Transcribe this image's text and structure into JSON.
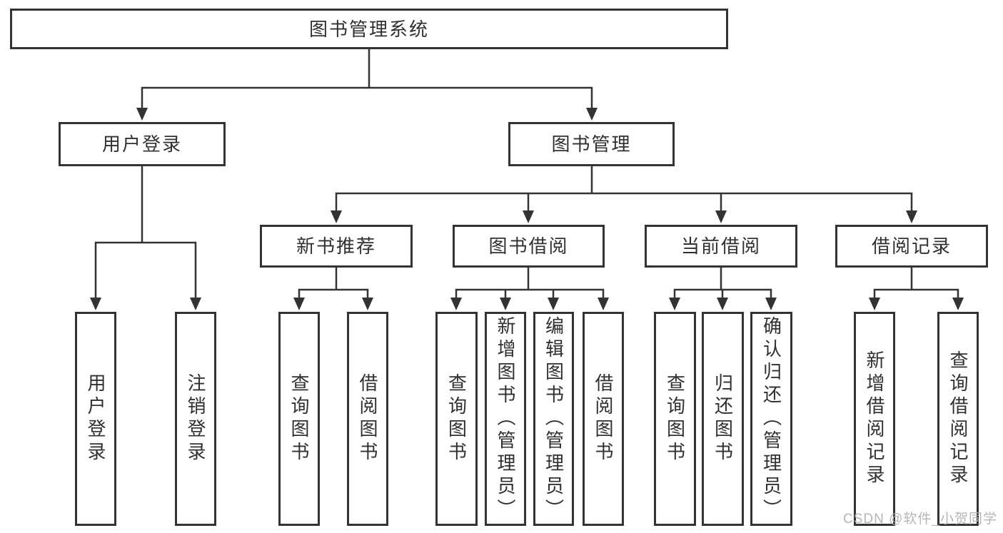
{
  "tree": {
    "root": {
      "label": "图书管理系统"
    },
    "branches": [
      {
        "label": "用户登录",
        "children": [
          {
            "label": "用户登录"
          },
          {
            "label": "注销登录"
          }
        ]
      },
      {
        "label": "图书管理",
        "children": [
          {
            "label": "新书推荐",
            "children": [
              {
                "label": "查询图书"
              },
              {
                "label": "借阅图书"
              }
            ]
          },
          {
            "label": "图书借阅",
            "children": [
              {
                "label": "查询图书"
              },
              {
                "label": "新增图书（管理员）"
              },
              {
                "label": "编辑图书（管理员）"
              },
              {
                "label": "借阅图书"
              }
            ]
          },
          {
            "label": "当前借阅",
            "children": [
              {
                "label": "查询图书"
              },
              {
                "label": "归还图书"
              },
              {
                "label": "确认归还（管理员）"
              }
            ]
          },
          {
            "label": "借阅记录",
            "children": [
              {
                "label": "新增借阅记录"
              },
              {
                "label": "查询借阅记录"
              }
            ]
          }
        ]
      }
    ]
  },
  "watermark": {
    "text": "CSDN @软件_小贺同学"
  },
  "colors": {
    "line": "#333333",
    "box_border": "#333333",
    "box_fill": "#ffffff",
    "text": "#303030",
    "watermark": "#acaeb0"
  }
}
